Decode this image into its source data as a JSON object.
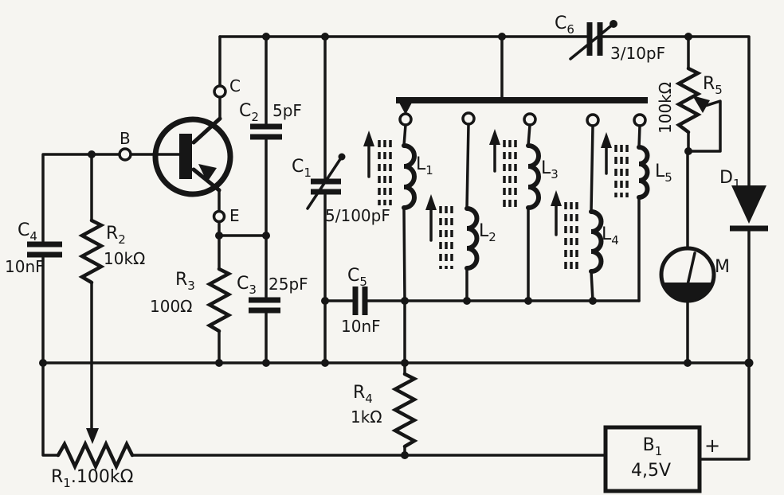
{
  "diagram": {
    "type": "hand-drawn circuit schematic",
    "paper_color": "#f6f5f1",
    "ink_color": "#161616",
    "transistor": {
      "pin_base": "B",
      "pin_collector": "C",
      "pin_emitter": "E"
    },
    "capacitors": {
      "c1": {
        "name": "C",
        "sub": "1",
        "value": "5/100pF"
      },
      "c2": {
        "name": "C",
        "sub": "2",
        "value": "5pF"
      },
      "c3": {
        "name": "C",
        "sub": "3",
        "value": "25pF"
      },
      "c4": {
        "name": "C",
        "sub": "4",
        "value": "10nF"
      },
      "c5": {
        "name": "C",
        "sub": "5",
        "value": "10nF"
      },
      "c6": {
        "name": "C",
        "sub": "6",
        "value": "3/10pF"
      }
    },
    "resistors": {
      "r1": {
        "name": "R",
        "sub": "1",
        "sep": ".",
        "value": "100kΩ"
      },
      "r2": {
        "name": "R",
        "sub": "2",
        "value": "10kΩ"
      },
      "r3": {
        "name": "R",
        "sub": "3",
        "value": "100Ω"
      },
      "r4": {
        "name": "R",
        "sub": "4",
        "value": "1kΩ"
      },
      "r5": {
        "name": "R",
        "sub": "5",
        "value": "100kΩ"
      }
    },
    "inductors": {
      "l1": {
        "name": "L",
        "sub": "1"
      },
      "l2": {
        "name": "L",
        "sub": "2"
      },
      "l3": {
        "name": "L",
        "sub": "3"
      },
      "l4": {
        "name": "L",
        "sub": "4"
      },
      "l5": {
        "name": "L",
        "sub": "5"
      }
    },
    "diode": {
      "name": "D",
      "sub": "1"
    },
    "meter": {
      "name": "M"
    },
    "battery": {
      "name": "B",
      "sub": "1",
      "value": "4,5V",
      "polarity": "+"
    }
  }
}
